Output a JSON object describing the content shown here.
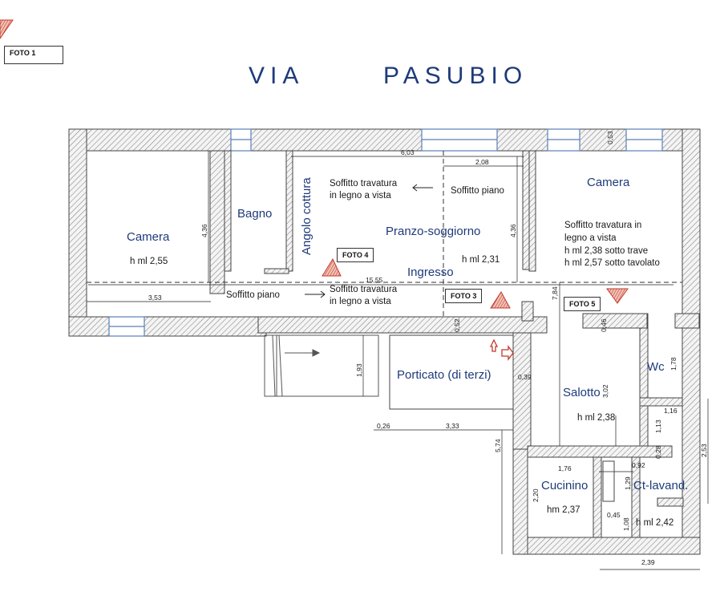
{
  "street": {
    "left": "VIA",
    "right": "PASUBIO"
  },
  "photos": {
    "foto1": "FOTO 1",
    "foto3": "FOTO 3",
    "foto4": "FOTO 4",
    "foto5": "FOTO 5"
  },
  "rooms": {
    "camera_left": "Camera",
    "camera_left_h": "h ml 2,55",
    "bagno": "Bagno",
    "angolo_cottura": "Angolo cottura",
    "pranzo": "Pranzo-soggiorno",
    "pranzo_h": "h ml 2,31",
    "ingresso": "Ingresso",
    "camera_right": "Camera",
    "porticato": "Porticato (di terzi)",
    "wc": "Wc",
    "salotto": "Salotto",
    "salotto_h": "h ml 2,38",
    "cucinino": "Cucinino",
    "cucinino_h": "hm 2,37",
    "ct_lavand": "Ct-lavand.",
    "ct_lavand_h": "h ml 2,42"
  },
  "notes": {
    "travatura_top_1": "Soffitto travatura",
    "travatura_top_2": "in legno a vista",
    "soffitto_piano_top": "Soffitto piano",
    "camera_right_1": "Soffitto travatura in",
    "camera_right_2": "legno a vista",
    "camera_right_3": "h ml 2,38 sotto trave",
    "camera_right_4": "h ml 2,57 sotto tavolato",
    "soffitto_piano_bottom": "Soffitto piano",
    "travatura_bottom_1": "Soffitto travatura",
    "travatura_bottom_2": "in legno a vista"
  },
  "dims": {
    "d603": "6,03",
    "d208": "2,08",
    "d053": "0,53",
    "d436a": "4,36",
    "d436b": "4,36",
    "d1555": "15,55",
    "d353": "3,53",
    "d784": "7,84",
    "d052": "0,52",
    "d046": "0,46",
    "d178": "1,78",
    "d193": "1,93",
    "d039": "0,39",
    "d302": "3,02",
    "d116": "1,16",
    "d113": "1,13",
    "d028a": "0,28",
    "d026": "0,26",
    "d333": "3,33",
    "d574": "5,74",
    "d253": "2,53",
    "d176": "1,76",
    "d092": "0,92",
    "d129": "1,29",
    "d220": "2,20",
    "d045": "0,45",
    "d108": "1,08",
    "d239": "2,39"
  },
  "colors": {
    "wall": "#555555",
    "hatch": "#777777",
    "window": "#5a7fb8",
    "text_blue": "#1e3a7a",
    "marker": "#c0392b"
  }
}
